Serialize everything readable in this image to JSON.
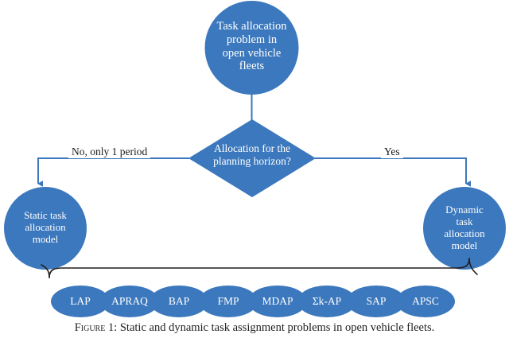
{
  "figure": {
    "caption_prefix": "Figure 1:",
    "caption_text": "Static and dynamic task assignment problems in open vehicle fleets.",
    "caption_full": "Figure 1: Static and dynamic task assignment problems in open vehicle fleets."
  },
  "colors": {
    "node_fill": "#3C78BD",
    "connector": "#3C78BD",
    "brace": "#231f20",
    "node_text": "#ffffff",
    "edge_text": "#1a1a1a",
    "background": "#ffffff"
  },
  "nodes": {
    "root": {
      "id": "task-allocation-problem",
      "shape": "circle",
      "lines": [
        "Task allocation",
        "problem in",
        "open vehicle",
        "fleets"
      ],
      "text": "Task allocation problem in open vehicle fleets"
    },
    "decision": {
      "id": "allocation-decision",
      "shape": "diamond",
      "lines": [
        "Allocation for the",
        "planning horizon?"
      ],
      "text": "Allocation for the planning horizon?"
    },
    "static": {
      "id": "static-task-allocation-model",
      "shape": "circle",
      "lines": [
        "Static task",
        "allocation",
        "model"
      ],
      "text": "Static task allocation model"
    },
    "dynamic": {
      "id": "dynamic-task-allocation-model",
      "shape": "circle",
      "lines": [
        "Dynamic",
        "task",
        "allocation",
        "model"
      ],
      "text": "Dynamic task allocation model"
    }
  },
  "edges": {
    "left_label": "No, only 1 period",
    "right_label": "Yes"
  },
  "leaves": [
    {
      "label": "LAP"
    },
    {
      "label": "APRAQ"
    },
    {
      "label": "BAP"
    },
    {
      "label": "FMP"
    },
    {
      "label": "MDAP"
    },
    {
      "label": "Σk-AP"
    },
    {
      "label": "SAP"
    },
    {
      "label": "APSC"
    }
  ]
}
